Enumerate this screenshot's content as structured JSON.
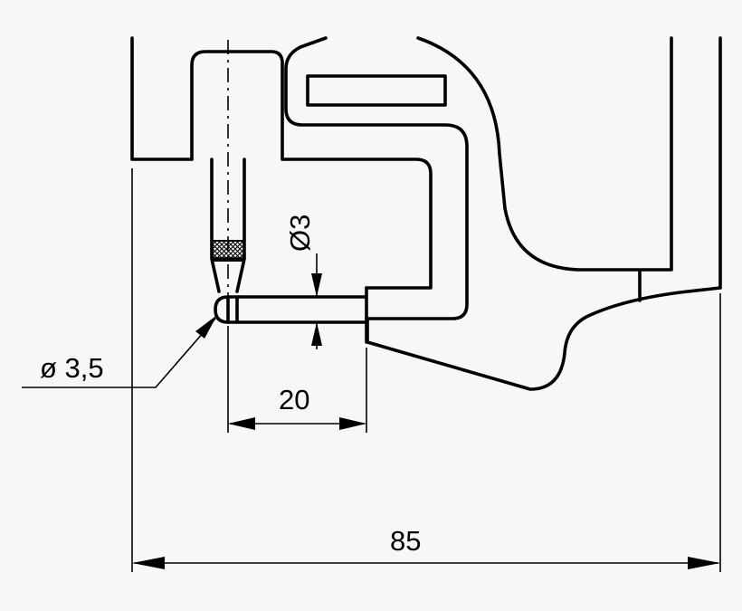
{
  "labels": {
    "tip_diameter": "ø 3,5",
    "bar_diameter": "Ø3",
    "depth": "20",
    "overall_length": "85"
  },
  "colors": {
    "line": "#000000",
    "background": "#f7f7f7"
  }
}
